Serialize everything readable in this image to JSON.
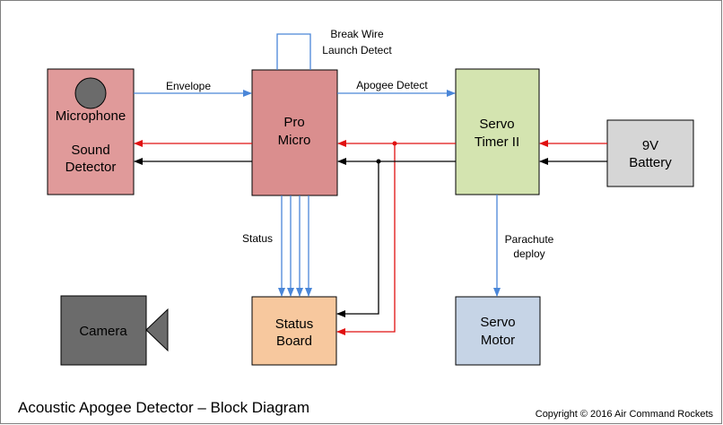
{
  "title": "Acoustic Apogee Detector – Block Diagram",
  "copyright": "Copyright © 2016 Air Command Rockets",
  "blocks": {
    "sound_detector": {
      "line1": "Microphone",
      "line2": "Sound",
      "line3": "Detector"
    },
    "pro_micro": {
      "line1": "Pro",
      "line2": "Micro"
    },
    "servo_timer": {
      "line1": "Servo",
      "line2": "Timer II"
    },
    "battery": {
      "line1": "9V",
      "line2": "Battery"
    },
    "camera": {
      "label": "Camera"
    },
    "status_board": {
      "line1": "Status",
      "line2": "Board"
    },
    "servo_motor": {
      "line1": "Servo",
      "line2": "Motor"
    }
  },
  "connections": {
    "envelope": "Envelope",
    "apogee_detect": "Apogee Detect",
    "break_wire_line1": "Break Wire",
    "break_wire_line2": "Launch Detect",
    "status": "Status",
    "parachute_line1": "Parachute",
    "parachute_line2": "deploy"
  },
  "colors": {
    "sound_detector": "#e09a9a",
    "pro_micro": "#da8e8e",
    "servo_timer": "#d4e4b0",
    "battery": "#d6d6d6",
    "camera": "#6b6b6b",
    "status_board": "#f7c89e",
    "servo_motor": "#c6d4e6",
    "signal_wire": "#4a86d8",
    "power_positive": "#e01010",
    "ground": "#000000"
  }
}
